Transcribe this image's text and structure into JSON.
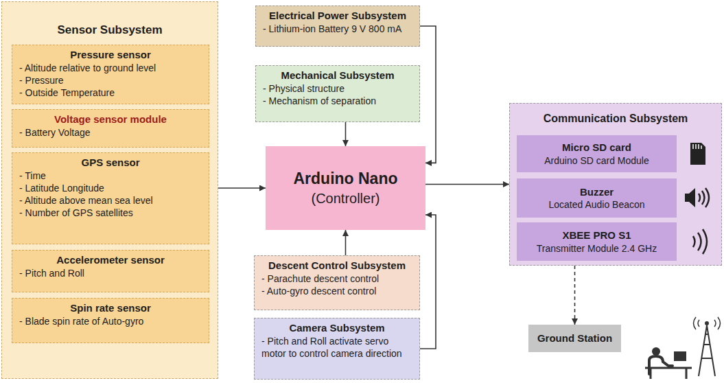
{
  "diagram": {
    "nodes": [
      {
        "text": [
          "Sensor Subsystem"
        ]
      },
      {
        "text": [
          "Pressure sensor",
          "- Altitude relative to ground level",
          "- Pressure",
          "- Outside Temperature"
        ],
        "in": 0
      },
      {
        "text": [
          "Voltage sensor module",
          "- Battery Voltage"
        ],
        "in": 0
      },
      {
        "text": [
          "GPS sensor",
          "- Time",
          "- Latitude Longitude",
          "- Altitude above mean sea level",
          "- Number of GPS satellites"
        ],
        "in": 0
      },
      {
        "text": [
          "Accelerometer sensor",
          "- Pitch and Roll"
        ],
        "in": 0
      },
      {
        "text": [
          "Spin rate sensor",
          "- Blade spin rate of Auto-gyro"
        ],
        "in": 0
      },
      {
        "text": [
          "Electrical Power Subsystem",
          "- Lithium-ion Battery 9 V 800 mA"
        ]
      },
      {
        "text": [
          "Mechanical Subsystem",
          "- Physical structure",
          "- Mechanism of separation"
        ]
      },
      {
        "text": [
          "Arduino Nano",
          "(Controller)"
        ]
      },
      {
        "text": [
          "Descent Control Subsystem",
          "- Parachute descent control",
          "- Auto-gyro descent control"
        ]
      },
      {
        "text": [
          "Camera Subsystem",
          "- Pitch and Roll activate servo motor to control camera direction"
        ]
      },
      {
        "text": [
          "Communication Subsystem"
        ]
      },
      {
        "text": [
          "Micro SD card",
          "Arduino SD card Module"
        ],
        "in": 11
      },
      {
        "text": [
          "Buzzer",
          "Located Audio Beacon"
        ],
        "in": 11
      },
      {
        "text": [
          "XBEE PRO S1",
          "Transmitter Module 2.4 GHz"
        ],
        "in": 11
      },
      {
        "text": [
          "Ground Station"
        ]
      }
    ],
    "edges": [
      {
        "from": 0,
        "to": 8,
        "arrow": "to"
      },
      {
        "from": 6,
        "to": 8,
        "arrow": "to"
      },
      {
        "from": 7,
        "to": 8,
        "arrow": "to"
      },
      {
        "from": 9,
        "to": 8,
        "arrow": "to"
      },
      {
        "from": 10,
        "to": 8,
        "arrow": "to"
      },
      {
        "from": 8,
        "to": 11,
        "arrow": "to"
      },
      {
        "from": 11,
        "to": 15,
        "arrow": "to"
      }
    ]
  }
}
